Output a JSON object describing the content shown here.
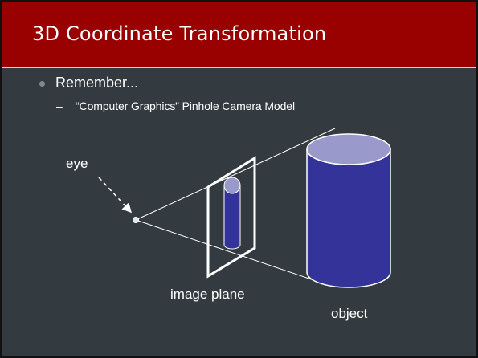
{
  "slide": {
    "title": "3D Coordinate Transformation",
    "bullet": "Remember...",
    "sub_dash": "–",
    "sub_bullet": "“Computer Graphics” Pinhole Camera Model"
  },
  "diagram": {
    "eye_label": "eye",
    "image_plane_label": "image plane",
    "object_label": "object"
  },
  "colors": {
    "background": "#333b40",
    "title_bar": "#990000",
    "cylinder_body": "#333399",
    "cylinder_top": "#9999cc",
    "line": "#ffffff"
  }
}
